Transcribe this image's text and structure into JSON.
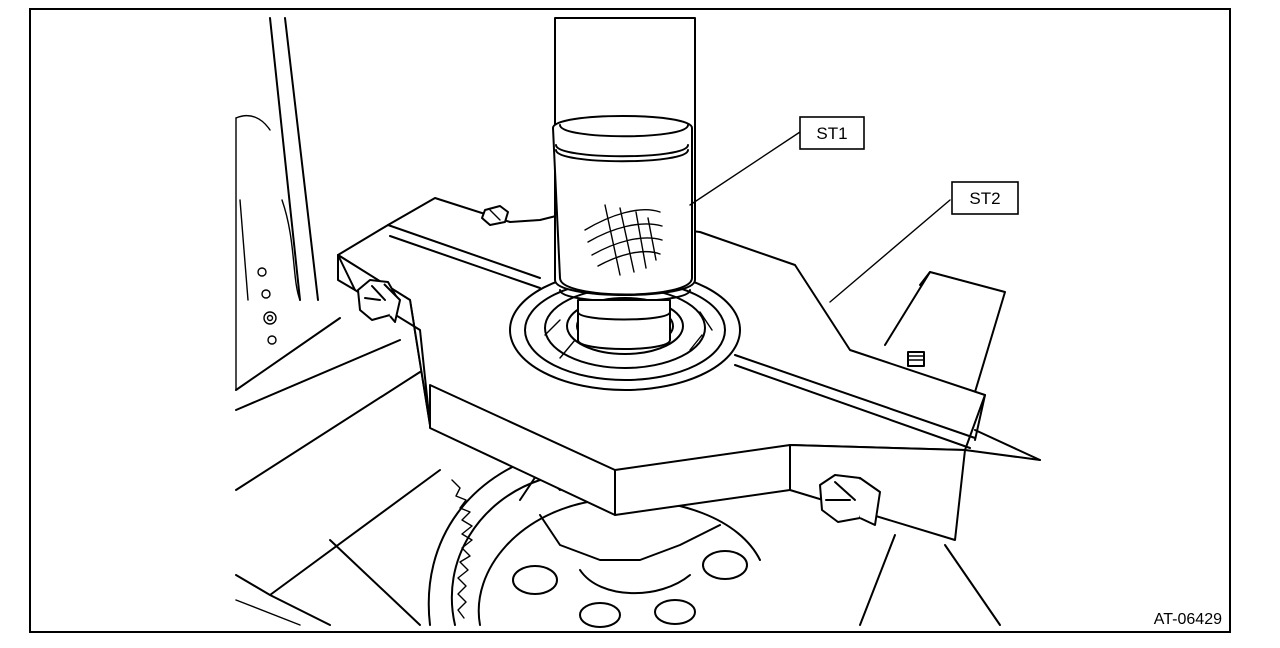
{
  "figure": {
    "figure_id": "AT-06429",
    "callouts": [
      {
        "key": "st1",
        "label": "ST1"
      },
      {
        "key": "st2",
        "label": "ST2"
      }
    ]
  },
  "colors": {
    "line": "#000000",
    "background": "#ffffff"
  }
}
